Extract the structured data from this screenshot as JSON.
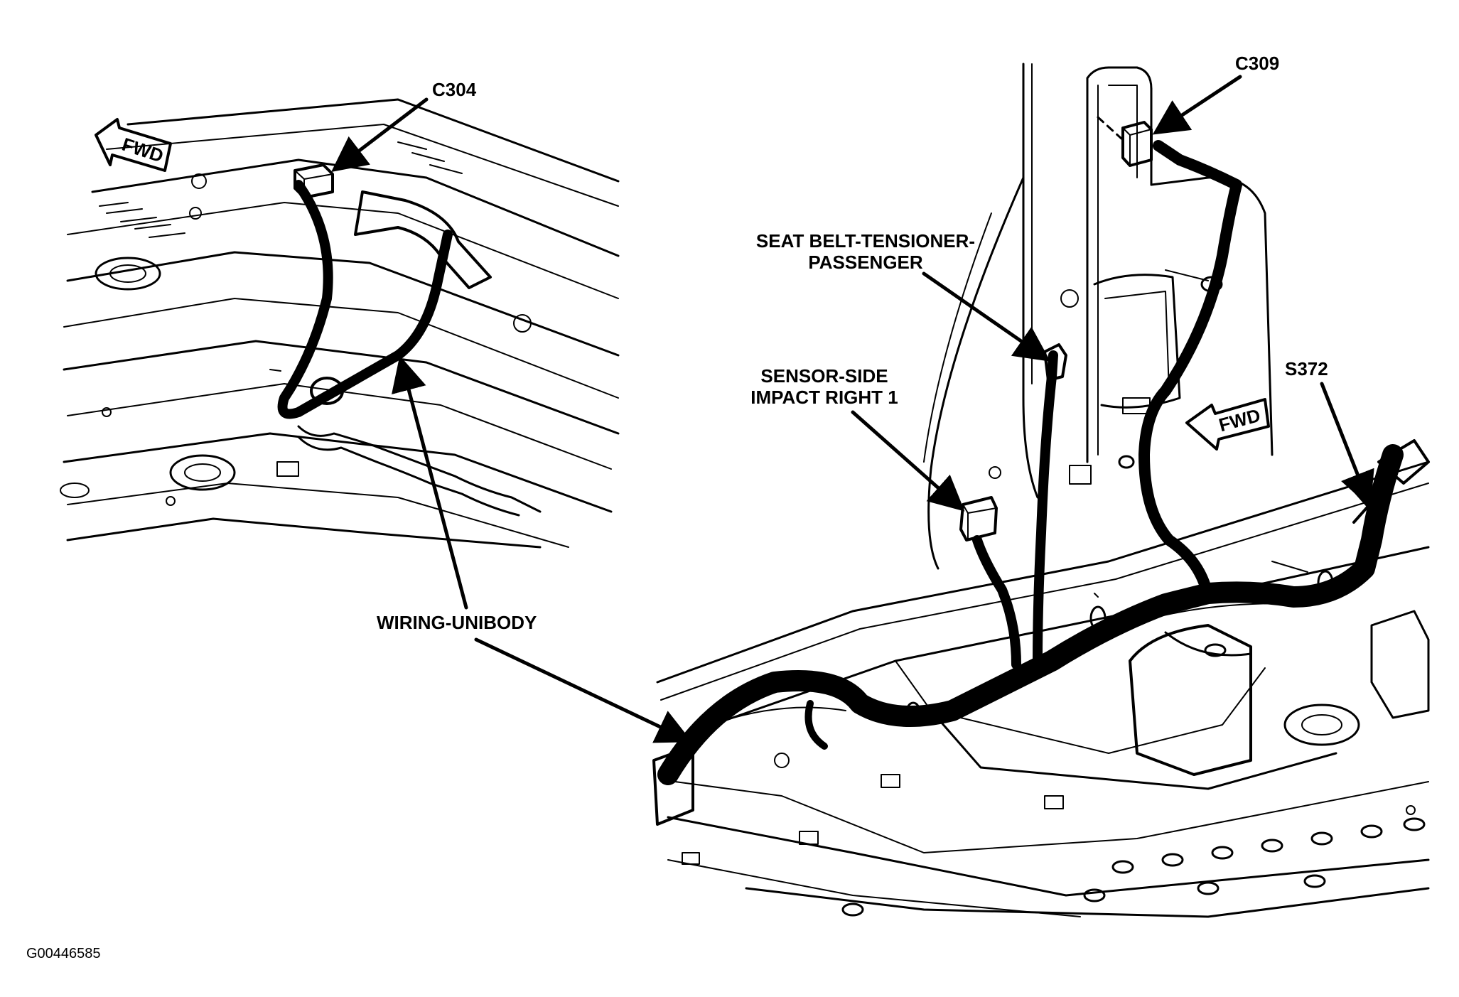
{
  "labels": {
    "c304": "C304",
    "c309": "C309",
    "seat_belt_line1": "SEAT BELT-TENSIONER-",
    "seat_belt_line2": "PASSENGER",
    "sensor_line1": "SENSOR-SIDE",
    "sensor_line2": "IMPACT RIGHT 1",
    "s372": "S372",
    "wiring_unibody": "WIRING-UNIBODY",
    "fwd_left": "FWD",
    "fwd_right": "FWD",
    "figure_id": "G00446585"
  }
}
